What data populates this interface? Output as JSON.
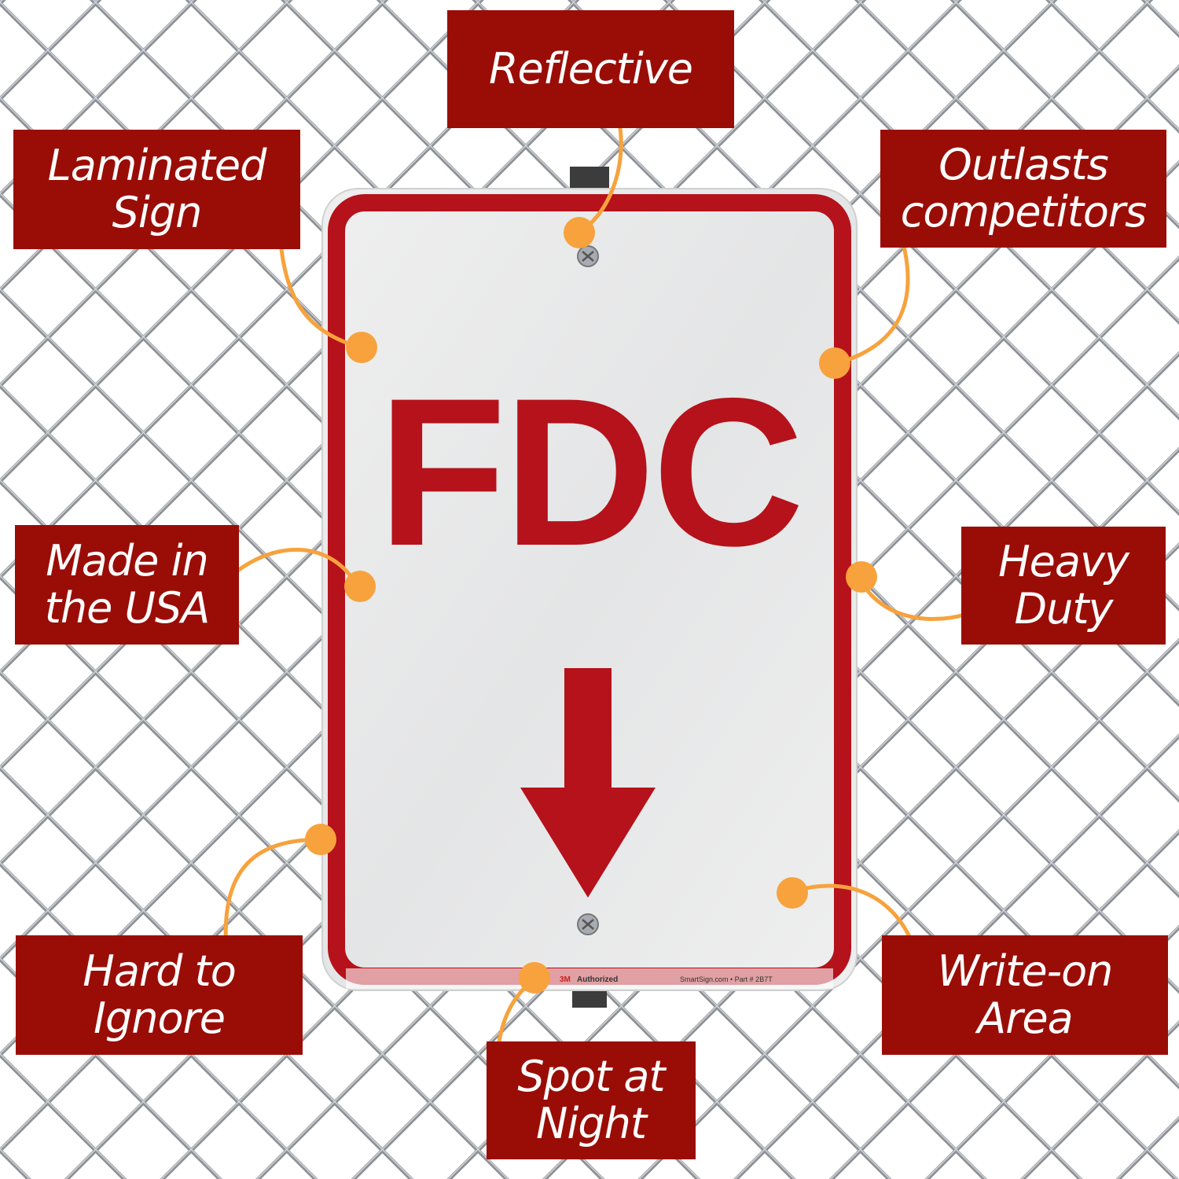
{
  "colors": {
    "callout_background": "#9a0d06",
    "callout_text": "#ffffff",
    "sign_red": "#b5121b",
    "connector_orange": "#f7a23c",
    "sign_face": "#e9e9ea",
    "sky_background": "#ffffff",
    "fence_wire": "#8d9196"
  },
  "sign": {
    "title": "FDC",
    "arrow_icon": "down-arrow-icon",
    "footer": {
      "brand": "3M",
      "authorized": "Authorized",
      "site_part": "SmartSign.com • Part # 2B7T"
    }
  },
  "callouts": {
    "reflective": "Reflective",
    "laminated": "Laminated\nSign",
    "outlasts": "Outlasts\ncompetitors",
    "made_in_usa": "Made in\nthe USA",
    "heavy_duty": "Heavy\nDuty",
    "hard_to_ignore": "Hard to\nIgnore",
    "write_on": "Write-on\nArea",
    "spot_at_night": "Spot at\nNight"
  }
}
